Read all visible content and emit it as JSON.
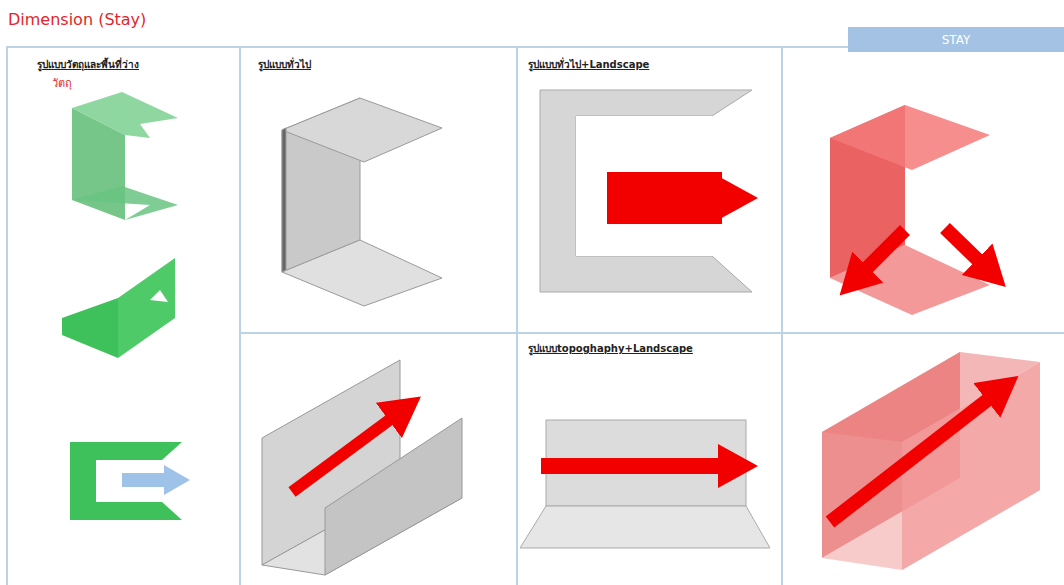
{
  "diagram": {
    "title": "Dimension (Stay)",
    "nodes": [
      {
        "text": [
          "STAY"
        ]
      }
    ],
    "labels": [
      "รูปแบบวัตถุและพื้นที่ว่าง",
      "วัตถุ",
      "รูปแบบทั่วไป",
      "รูปแบบทั่วไป+Landscape",
      "รูปแบบtopoghaphy+Landscape"
    ]
  }
}
